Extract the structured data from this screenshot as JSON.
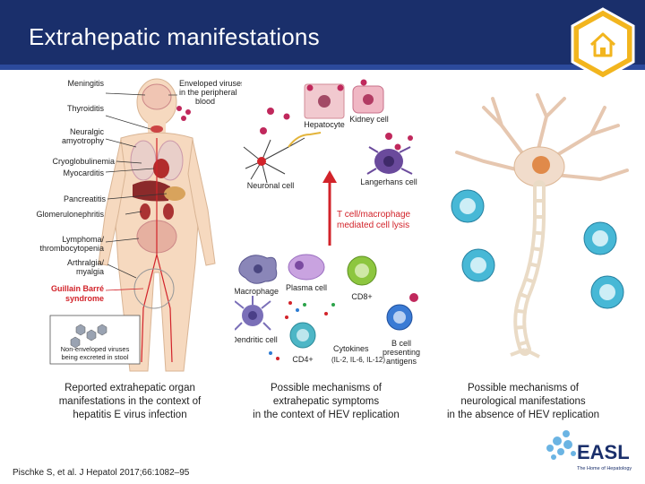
{
  "header": {
    "title": "Extrahepatic manifestations"
  },
  "panel1": {
    "labels": {
      "meningitis": "Meningitis",
      "thyroiditis": "Thyroiditis",
      "neuralgic": "Neuralgic",
      "amyotrophy": "amyotrophy",
      "cryoglobulinemia": "Cryoglobulinemia",
      "myocarditis": "Myocarditis",
      "pancreatitis": "Pancreatitis",
      "glomerulonephritis": "Glomerulonephritis",
      "lymphoma": "Lymphoma/",
      "thrombocytopenia": "thrombocytopenia",
      "arthralgia": "Arthralgia/",
      "myalgia": "myalgia",
      "guillain": "Guillain Barré",
      "syndrome": "syndrome",
      "enveloped1": "Enveloped viruses",
      "enveloped2": "in the peripheral",
      "enveloped3": "blood",
      "nonenv1": "Non-enveloped viruses",
      "nonenv2": "being excreted in stool"
    },
    "caption": "Reported extrahepatic organ\nmanifestations in the context of\nhepatitis E virus infection"
  },
  "panel2": {
    "labels": {
      "hepatocyte": "Hepatocyte",
      "kidney": "Kidney cell",
      "neuronal": "Neuronal cell",
      "langerhans": "Langerhans cell",
      "tcell1": "T cell/macrophage",
      "tcell2": "mediated cell lysis",
      "macrophage": "Macrophage",
      "plasma": "Plasma cell",
      "cd8": "CD8+",
      "dendritic": "Dendritic cell",
      "cd4": "CD4+",
      "cytokines": "Cytokines",
      "il": "(IL-2, IL-6, IL-12)",
      "bcell1": "B cell",
      "bcell2": "presenting",
      "bcell3": "antigens"
    },
    "caption": "Possible mechanisms of\nextrahepatic symptoms\nin the context of HEV replication"
  },
  "panel3": {
    "caption": "Possible mechanisms of\nneurological manifestations\nin the absence of HEV replication"
  },
  "footer": {
    "reference": "Pischke S, et al. J Hepatol 2017;66:1082–95",
    "logo_text": "EASL",
    "logo_tagline": "The Home of Hepatology"
  },
  "colors": {
    "header": "#1a2f6b",
    "accent_red": "#d2232a",
    "home_badge": "#f2b51e"
  },
  "icons": {
    "home": "home-icon"
  }
}
